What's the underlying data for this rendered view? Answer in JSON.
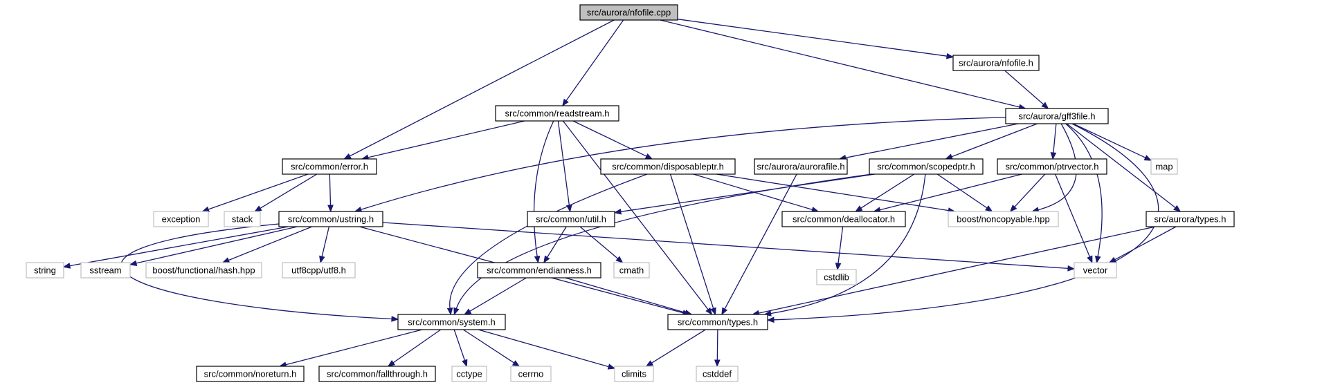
{
  "colors": {
    "edge": "#191970",
    "project_border": "#000000",
    "external_border": "#bfbfbf",
    "root_fill": "#bfbfbf"
  },
  "nodes": [
    {
      "id": "nfofile_cpp",
      "label": "src/aurora/nfofile.cpp",
      "kind": "root"
    },
    {
      "id": "nfofile_h",
      "label": "src/aurora/nfofile.h",
      "kind": "project"
    },
    {
      "id": "readstream_h",
      "label": "src/common/readstream.h",
      "kind": "project"
    },
    {
      "id": "gff3file_h",
      "label": "src/aurora/gff3file.h",
      "kind": "project"
    },
    {
      "id": "error_h",
      "label": "src/common/error.h",
      "kind": "project"
    },
    {
      "id": "disposableptr_h",
      "label": "src/common/disposableptr.h",
      "kind": "project"
    },
    {
      "id": "aurorafile_h",
      "label": "src/aurora/aurorafile.h",
      "kind": "project"
    },
    {
      "id": "scopedptr_h",
      "label": "src/common/scopedptr.h",
      "kind": "project"
    },
    {
      "id": "ptrvector_h",
      "label": "src/common/ptrvector.h",
      "kind": "project"
    },
    {
      "id": "map",
      "label": "map",
      "kind": "external"
    },
    {
      "id": "exception",
      "label": "exception",
      "kind": "external"
    },
    {
      "id": "stack",
      "label": "stack",
      "kind": "external"
    },
    {
      "id": "ustring_h",
      "label": "src/common/ustring.h",
      "kind": "project"
    },
    {
      "id": "util_h",
      "label": "src/common/util.h",
      "kind": "project"
    },
    {
      "id": "deallocator_h",
      "label": "src/common/deallocator.h",
      "kind": "project"
    },
    {
      "id": "noncopyable",
      "label": "boost/noncopyable.hpp",
      "kind": "external"
    },
    {
      "id": "aurora_types_h",
      "label": "src/aurora/types.h",
      "kind": "project"
    },
    {
      "id": "string",
      "label": "string",
      "kind": "external"
    },
    {
      "id": "sstream",
      "label": "sstream",
      "kind": "external"
    },
    {
      "id": "functional_hash",
      "label": "boost/functional/hash.hpp",
      "kind": "external"
    },
    {
      "id": "utf8",
      "label": "utf8cpp/utf8.h",
      "kind": "external"
    },
    {
      "id": "endianness_h",
      "label": "src/common/endianness.h",
      "kind": "project"
    },
    {
      "id": "cmath",
      "label": "cmath",
      "kind": "external"
    },
    {
      "id": "cstdlib",
      "label": "cstdlib",
      "kind": "external"
    },
    {
      "id": "vector",
      "label": "vector",
      "kind": "external"
    },
    {
      "id": "system_h",
      "label": "src/common/system.h",
      "kind": "project"
    },
    {
      "id": "types_h",
      "label": "src/common/types.h",
      "kind": "project"
    },
    {
      "id": "noreturn_h",
      "label": "src/common/noreturn.h",
      "kind": "project"
    },
    {
      "id": "fallthrough_h",
      "label": "src/common/fallthrough.h",
      "kind": "project"
    },
    {
      "id": "cctype",
      "label": "cctype",
      "kind": "external"
    },
    {
      "id": "cerrno",
      "label": "cerrno",
      "kind": "external"
    },
    {
      "id": "climits",
      "label": "climits",
      "kind": "external"
    },
    {
      "id": "cstddef",
      "label": "cstddef",
      "kind": "external"
    }
  ],
  "edges": [
    [
      "nfofile_cpp",
      "error_h"
    ],
    [
      "nfofile_cpp",
      "readstream_h"
    ],
    [
      "nfofile_cpp",
      "nfofile_h"
    ],
    [
      "nfofile_cpp",
      "gff3file_h"
    ],
    [
      "nfofile_h",
      "gff3file_h"
    ],
    [
      "readstream_h",
      "error_h"
    ],
    [
      "readstream_h",
      "disposableptr_h"
    ],
    [
      "readstream_h",
      "util_h"
    ],
    [
      "readstream_h",
      "endianness_h"
    ],
    [
      "readstream_h",
      "types_h"
    ],
    [
      "gff3file_h",
      "ustring_h"
    ],
    [
      "gff3file_h",
      "aurorafile_h"
    ],
    [
      "gff3file_h",
      "scopedptr_h"
    ],
    [
      "gff3file_h",
      "ptrvector_h"
    ],
    [
      "gff3file_h",
      "noncopyable"
    ],
    [
      "gff3file_h",
      "aurora_types_h"
    ],
    [
      "gff3file_h",
      "map"
    ],
    [
      "gff3file_h",
      "vector"
    ],
    [
      "gff3file_h",
      "types_h"
    ],
    [
      "error_h",
      "exception"
    ],
    [
      "error_h",
      "stack"
    ],
    [
      "error_h",
      "ustring_h"
    ],
    [
      "disposableptr_h",
      "system_h"
    ],
    [
      "disposableptr_h",
      "deallocator_h"
    ],
    [
      "disposableptr_h",
      "noncopyable"
    ],
    [
      "disposableptr_h",
      "types_h"
    ],
    [
      "aurorafile_h",
      "types_h"
    ],
    [
      "scopedptr_h",
      "util_h"
    ],
    [
      "scopedptr_h",
      "system_h"
    ],
    [
      "scopedptr_h",
      "deallocator_h"
    ],
    [
      "scopedptr_h",
      "noncopyable"
    ],
    [
      "scopedptr_h",
      "types_h"
    ],
    [
      "ptrvector_h",
      "deallocator_h"
    ],
    [
      "ptrvector_h",
      "noncopyable"
    ],
    [
      "ptrvector_h",
      "vector"
    ],
    [
      "ustring_h",
      "string"
    ],
    [
      "ustring_h",
      "sstream"
    ],
    [
      "ustring_h",
      "functional_hash"
    ],
    [
      "ustring_h",
      "utf8"
    ],
    [
      "ustring_h",
      "system_h"
    ],
    [
      "ustring_h",
      "types_h"
    ],
    [
      "ustring_h",
      "vector"
    ],
    [
      "util_h",
      "cmath"
    ],
    [
      "util_h",
      "endianness_h"
    ],
    [
      "deallocator_h",
      "cstdlib"
    ],
    [
      "aurora_types_h",
      "vector"
    ],
    [
      "aurora_types_h",
      "types_h"
    ],
    [
      "endianness_h",
      "system_h"
    ],
    [
      "endianness_h",
      "types_h"
    ],
    [
      "system_h",
      "noreturn_h"
    ],
    [
      "system_h",
      "fallthrough_h"
    ],
    [
      "system_h",
      "cctype"
    ],
    [
      "system_h",
      "cerrno"
    ],
    [
      "system_h",
      "climits"
    ],
    [
      "types_h",
      "climits"
    ],
    [
      "types_h",
      "cstddef"
    ]
  ]
}
